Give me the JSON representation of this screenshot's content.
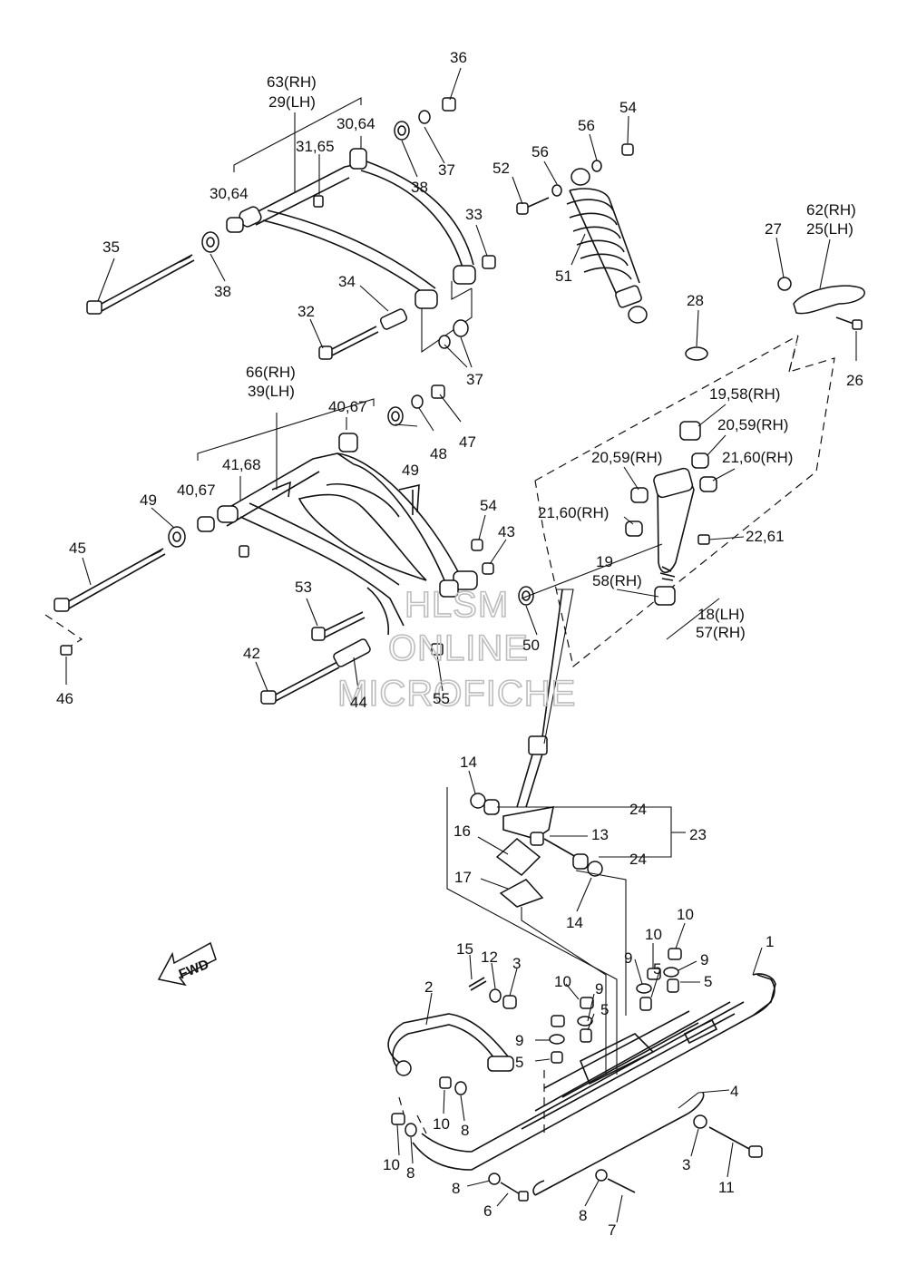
{
  "labels": [
    {
      "id": "36",
      "text": "36"
    },
    {
      "id": "63-29a",
      "text": "63(RH)"
    },
    {
      "id": "63-29b",
      "text": "29(LH)"
    },
    {
      "id": "30-64-top",
      "text": "30,64"
    },
    {
      "id": "31-65",
      "text": "31,65"
    },
    {
      "id": "37-top",
      "text": "37"
    },
    {
      "id": "38-top",
      "text": "38"
    },
    {
      "id": "30-64-left",
      "text": "30,64"
    },
    {
      "id": "35",
      "text": "35"
    },
    {
      "id": "38-left",
      "text": "38"
    },
    {
      "id": "33",
      "text": "33"
    },
    {
      "id": "34",
      "text": "34"
    },
    {
      "id": "32",
      "text": "32"
    },
    {
      "id": "37-mid",
      "text": "37"
    },
    {
      "id": "56a",
      "text": "56"
    },
    {
      "id": "54-top",
      "text": "54"
    },
    {
      "id": "56b",
      "text": "56"
    },
    {
      "id": "52",
      "text": "52"
    },
    {
      "id": "51",
      "text": "51"
    },
    {
      "id": "27",
      "text": "27"
    },
    {
      "id": "62-25a",
      "text": "62(RH)"
    },
    {
      "id": "62-25b",
      "text": "25(LH)"
    },
    {
      "id": "26",
      "text": "26"
    },
    {
      "id": "28",
      "text": "28"
    },
    {
      "id": "19-58-rh",
      "text": "19,58(RH)"
    },
    {
      "id": "20-59-rh-a",
      "text": "20,59(RH)"
    },
    {
      "id": "20-59-rh-b",
      "text": "20,59(RH)"
    },
    {
      "id": "21-60-rh-a",
      "text": "21,60(RH)"
    },
    {
      "id": "21-60-rh-b",
      "text": "21,60(RH)"
    },
    {
      "id": "22-61",
      "text": "22,61"
    },
    {
      "id": "19",
      "text": "19"
    },
    {
      "id": "58-rh",
      "text": "58(RH)"
    },
    {
      "id": "18-57a",
      "text": "18(LH)"
    },
    {
      "id": "18-57b",
      "text": "57(RH)"
    },
    {
      "id": "66-39a",
      "text": "66(RH)"
    },
    {
      "id": "66-39b",
      "text": "39(LH)"
    },
    {
      "id": "40-67-top",
      "text": "40,67"
    },
    {
      "id": "48",
      "text": "48"
    },
    {
      "id": "47",
      "text": "47"
    },
    {
      "id": "49-top",
      "text": "49"
    },
    {
      "id": "41-68",
      "text": "41,68"
    },
    {
      "id": "40-67-left",
      "text": "40,67"
    },
    {
      "id": "49-left",
      "text": "49"
    },
    {
      "id": "45",
      "text": "45"
    },
    {
      "id": "46",
      "text": "46"
    },
    {
      "id": "54-mid",
      "text": "54"
    },
    {
      "id": "43",
      "text": "43"
    },
    {
      "id": "53",
      "text": "53"
    },
    {
      "id": "42",
      "text": "42"
    },
    {
      "id": "44",
      "text": "44"
    },
    {
      "id": "55",
      "text": "55"
    },
    {
      "id": "50",
      "text": "50"
    },
    {
      "id": "14-top",
      "text": "14"
    },
    {
      "id": "24-top",
      "text": "24"
    },
    {
      "id": "23",
      "text": "23"
    },
    {
      "id": "13",
      "text": "13"
    },
    {
      "id": "24-bot",
      "text": "24"
    },
    {
      "id": "16",
      "text": "16"
    },
    {
      "id": "17",
      "text": "17"
    },
    {
      "id": "14-bot",
      "text": "14"
    },
    {
      "id": "10-a",
      "text": "10"
    },
    {
      "id": "10-b",
      "text": "10"
    },
    {
      "id": "9-a",
      "text": "9"
    },
    {
      "id": "9-b",
      "text": "9"
    },
    {
      "id": "5-a",
      "text": "5"
    },
    {
      "id": "5-b",
      "text": "5"
    },
    {
      "id": "1",
      "text": "1"
    },
    {
      "id": "15",
      "text": "15"
    },
    {
      "id": "12",
      "text": "12"
    },
    {
      "id": "3-top",
      "text": "3"
    },
    {
      "id": "10-c",
      "text": "10"
    },
    {
      "id": "9-c",
      "text": "9"
    },
    {
      "id": "5-c",
      "text": "5"
    },
    {
      "id": "9-d",
      "text": "9"
    },
    {
      "id": "5-d",
      "text": "5"
    },
    {
      "id": "2",
      "text": "2"
    },
    {
      "id": "4",
      "text": "4"
    },
    {
      "id": "10-d",
      "text": "10"
    },
    {
      "id": "8-a",
      "text": "8"
    },
    {
      "id": "3-bot",
      "text": "3"
    },
    {
      "id": "11",
      "text": "11"
    },
    {
      "id": "10-e",
      "text": "10"
    },
    {
      "id": "8-b",
      "text": "8"
    },
    {
      "id": "8-c",
      "text": "8"
    },
    {
      "id": "6",
      "text": "6"
    },
    {
      "id": "8-d",
      "text": "8"
    },
    {
      "id": "7",
      "text": "7"
    }
  ],
  "fwd_text": "FWD",
  "watermark": {
    "line1": "HLSM",
    "line2": "ONLINE",
    "line3": "MICROFICHE"
  }
}
